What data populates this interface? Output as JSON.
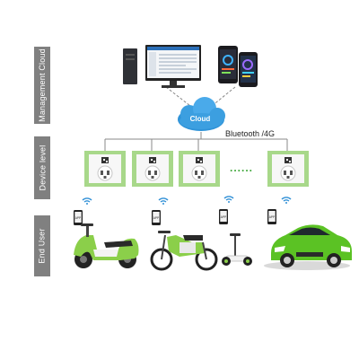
{
  "layers": {
    "cloud": "Management Cloud",
    "device": "Device level",
    "user": "End User"
  },
  "cloud_node": {
    "label": "Cloud"
  },
  "network": {
    "label": "Bluetooth /4G"
  },
  "devices": {
    "ellipsis": "......"
  },
  "app_icon_text": "APP",
  "colors": {
    "layer_band": "#808080",
    "cloud_fill": "#3c9fe0",
    "socket_frame": "#a8d88a",
    "vehicle_green": "#8bcf4a",
    "car_green": "#5bc224"
  }
}
